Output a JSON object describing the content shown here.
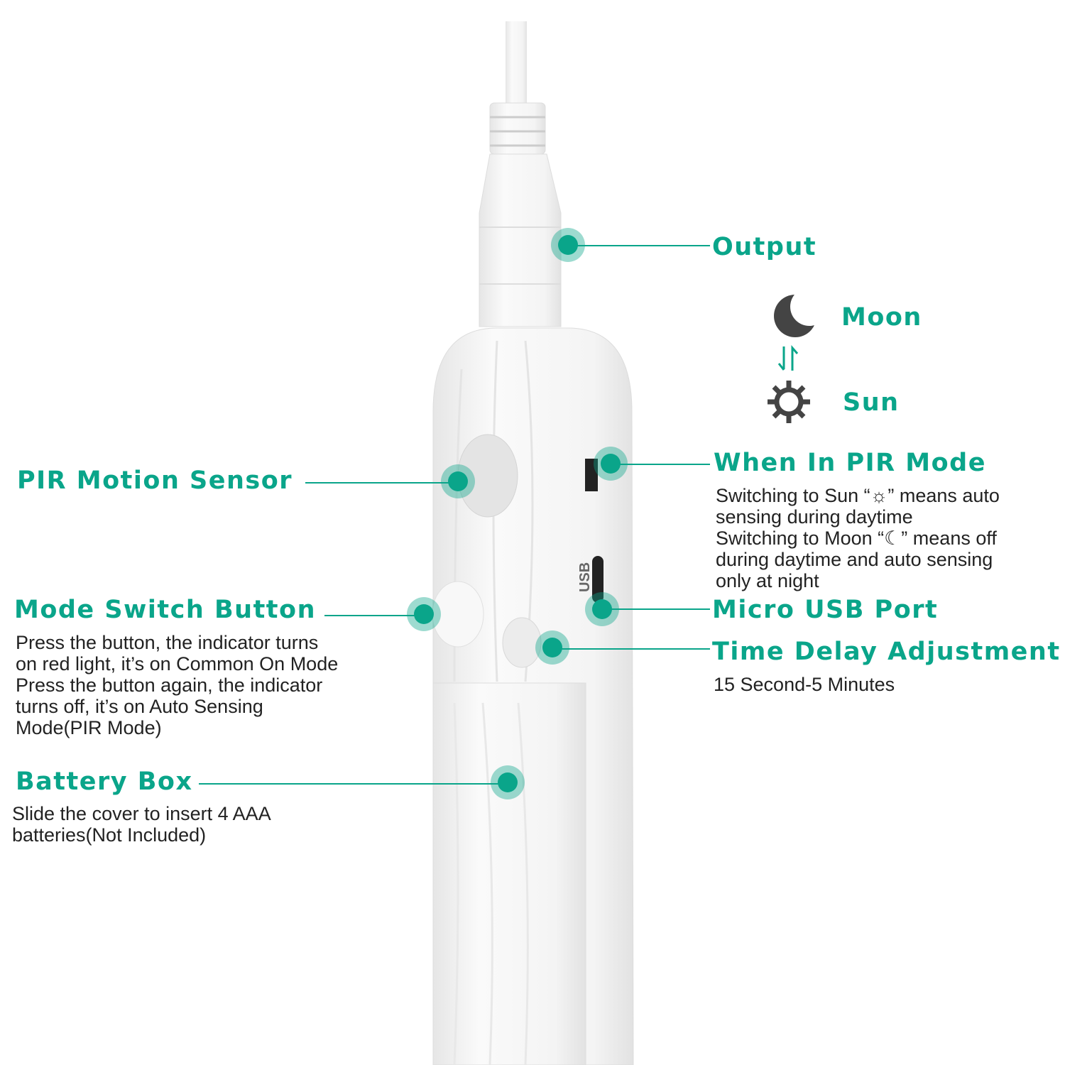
{
  "colors": {
    "accent": "#0aa58a",
    "text": "#222222",
    "icon": "#444444"
  },
  "labels": {
    "output": "Output",
    "moon": "Moon",
    "sun": "Sun",
    "pir_mode": {
      "title": "When In PIR Mode",
      "lines": [
        "Switching to Sun “☼” means auto",
        "sensing during daytime",
        "Switching to Moon “☾” means off",
        "during daytime and auto sensing",
        "only at night"
      ]
    },
    "usb": "Micro USB Port",
    "time_delay": {
      "title": "Time Delay Adjustment",
      "desc": "15 Second-5 Minutes"
    },
    "pir_sensor": "PIR Motion Sensor",
    "mode_switch": {
      "title": "Mode Switch Button",
      "lines": [
        "Press the button, the indicator turns",
        "on red light, it’s on Common On Mode",
        "Press the button again, the indicator",
        "turns off, it’s on Auto Sensing",
        "Mode(PIR Mode)"
      ]
    },
    "battery": {
      "title": "Battery Box",
      "lines": [
        "Slide the cover to insert 4 AAA",
        "batteries(Not Included)"
      ]
    }
  },
  "device": {
    "usb_marking": "USB"
  }
}
